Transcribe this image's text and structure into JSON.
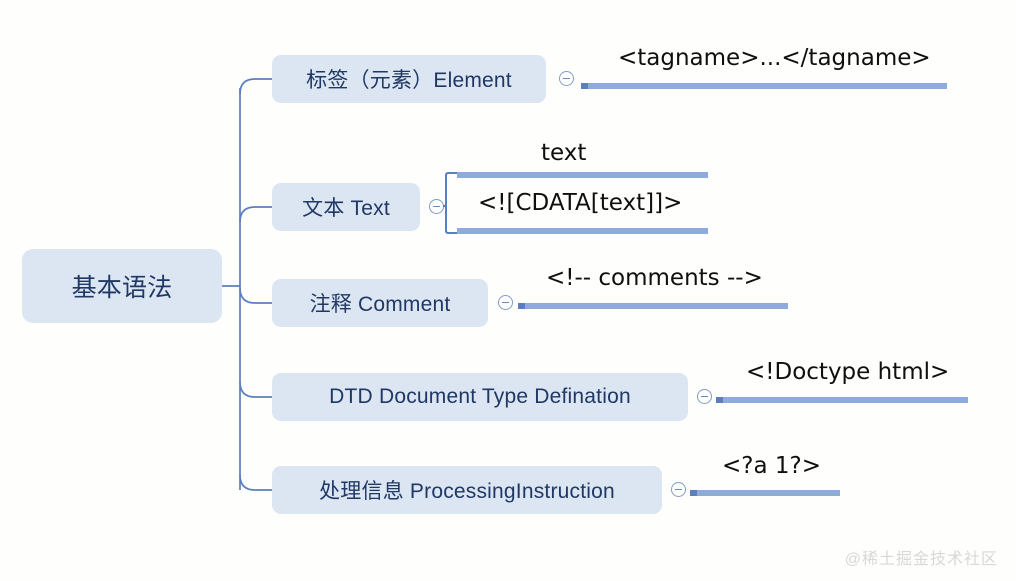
{
  "diagram": {
    "type": "mind-map",
    "root": {
      "label": "基本语法"
    },
    "branches": [
      {
        "label": "标签（元素）Element",
        "toggle": "collapse-minus-icon",
        "leaves": [
          {
            "text": "<tagname>...</tagname>"
          }
        ]
      },
      {
        "label": "文本 Text",
        "toggle": "collapse-minus-icon",
        "leaves": [
          {
            "text": "text"
          },
          {
            "text": "<![CDATA[text]]>"
          }
        ]
      },
      {
        "label": "注释 Comment",
        "toggle": "collapse-minus-icon",
        "leaves": [
          {
            "text": "<!-- comments -->"
          }
        ]
      },
      {
        "label": "DTD Document Type Defination",
        "toggle": "collapse-minus-icon",
        "leaves": [
          {
            "text": "<!Doctype html>"
          }
        ]
      },
      {
        "label": "处理信息 ProcessingInstruction",
        "toggle": "collapse-minus-icon",
        "leaves": [
          {
            "text": "<?a 1?>"
          }
        ]
      }
    ]
  },
  "watermark": {
    "text": "@稀土掘金技术社区"
  },
  "colors": {
    "background": "#fefefd",
    "node_fill": "#dce5f2",
    "node_text": "#1f3864",
    "connector": "#5b7fbc",
    "leaf_rule": "#8faadc",
    "leaf_rule_cap": "#5b7fbc",
    "leaf_text": "#0f0f0f",
    "watermark": "#d8d8d8"
  }
}
